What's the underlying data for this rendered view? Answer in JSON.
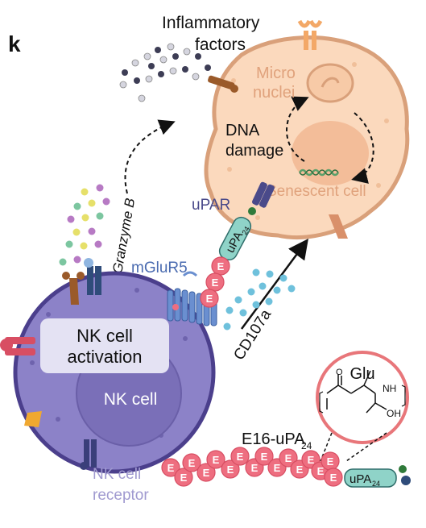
{
  "panel_letter": "k",
  "labels": {
    "inflammatory_line1": "Inflammatory",
    "inflammatory_line2": "factors",
    "micronuclei_line1": "Micro",
    "micronuclei_line2": "nuclei",
    "dna_damage_line1": "DNA",
    "dna_damage_line2": "damage",
    "senescent_cell": "Senescent cell",
    "upar": "uPAR",
    "upa24_main": "uPA",
    "upa24_sub": "24",
    "granzyme_b": "Granzyme B",
    "mglur5": "mGluR5",
    "cd107a": "CD107a",
    "nk_activation_line1": "NK cell",
    "nk_activation_line2": "activation",
    "nk_cell": "NK cell",
    "nk_receptor_line1": "NK cell",
    "nk_receptor_line2": "receptor",
    "e16_main": "E16-uPA",
    "e16_sub": "24",
    "glu": "Glu",
    "glu_nh": "NH",
    "glu_oh": "OH",
    "glu_o": "O",
    "e_letter": "E"
  },
  "colors": {
    "senescent_fill": "#fbd9bd",
    "senescent_stroke": "#d9a07a",
    "senescent_text": "#e0a27c",
    "nk_fill": "#8c82c8",
    "nk_stroke": "#4b3f8c",
    "nk_nucleus": "#7a6fb8",
    "activation_box": "#e4e2f3",
    "e_bead": "#ee6e80",
    "e_bead_dark": "#d84e63",
    "upa_fill": "#8fd3c8",
    "mglur5": "#6a8fd0",
    "upar": "#4a4a8a",
    "glu_ring": "#e8767a",
    "cd107a_dots": "#6fc1dc"
  }
}
